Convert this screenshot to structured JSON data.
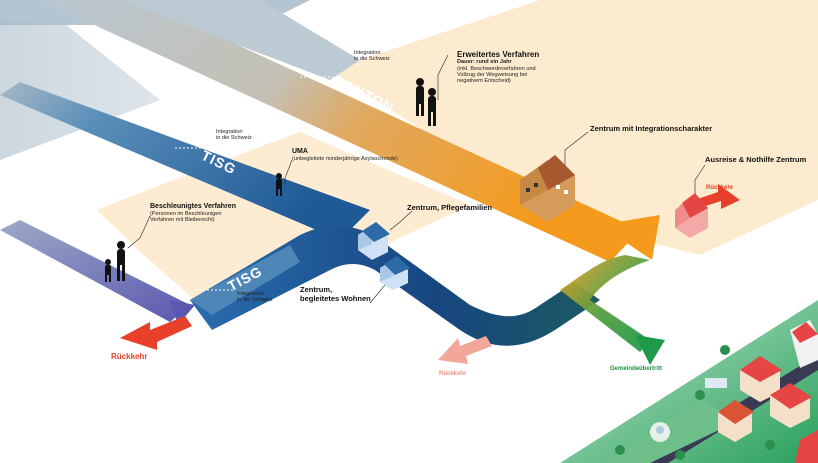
{
  "bands": {
    "kanton": "KANTON",
    "tisg_top": "TISG",
    "tisg_bottom": "TISG"
  },
  "labels": {
    "integration_kanton_1": "Integration",
    "integration_kanton_2": "in die Schweiz",
    "integration_tisg_1": "Integration",
    "integration_tisg_2": "in die Schweiz",
    "integration_bottom_1": "Integration",
    "integration_bottom_2": "in die Schweiz",
    "erweitertes_title": "Erweitertes Verfahren",
    "erweitertes_dauer": "Dauer: rund ein Jahr",
    "erweitertes_line1": "(inkl. Beschwerdeverfahren und",
    "erweitertes_line2": "Vollzug der Wegweisung bei",
    "erweitertes_line3": "negativem Entscheid)",
    "zentrum_integration": "Zentrum mit Integrationscharakter",
    "ausreise": "Ausreise & Nothilfe Zentrum",
    "rueckkehr_right": "Rückkehr",
    "uma_title": "UMA",
    "uma_sub": "(unbegleitete minderjährige Asylsuchende)",
    "zentrum_pflege": "Zentrum, Pflegefamilien",
    "beschleunigt_title": "Beschleunigtes Verfahren",
    "beschleunigt_line1": "(Personen im Beschleunigen",
    "beschleunigt_line2": "Verfahren mit Bleiberecht)",
    "zentrum_begleitet_1": "Zentrum,",
    "zentrum_begleitet_2": "begleitetes Wohnen",
    "rueckkehr_left": "Rückkehr",
    "rueckkehr_center": "Rückkehr",
    "gemeinde": "Gemeindeübertritt"
  },
  "colors": {
    "kanton_band": "#b6c2cc",
    "kanton_orange": "#f39a1e",
    "tisg_band": "#3d7fb3",
    "tisg_dark": "#1d4f8a",
    "purple": "#6b5fb0",
    "red_arrow": "#e8402b",
    "pink_arrow": "#f3a79b",
    "green_arrow": "#1e9a4a",
    "zone_fill": "#fde9cc"
  }
}
